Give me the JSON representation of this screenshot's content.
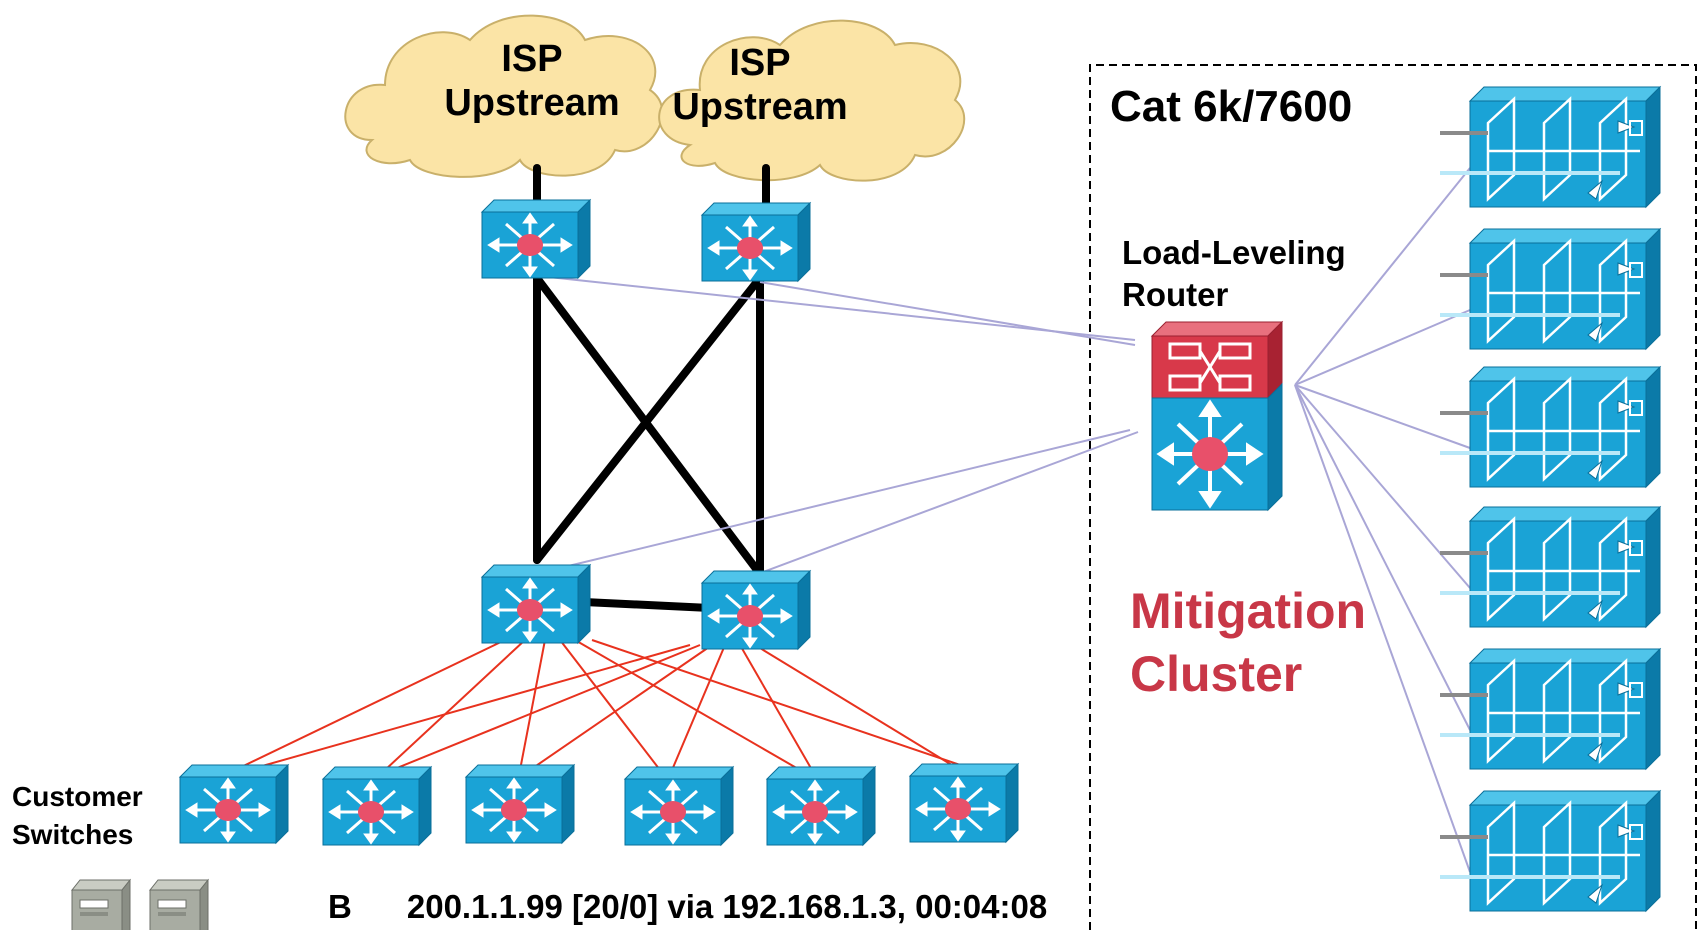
{
  "isp_clouds": [
    {
      "line1": "ISP",
      "line2": "Upstream"
    },
    {
      "line1": "ISP",
      "line2": "Upstream"
    }
  ],
  "cluster": {
    "title": "Cat 6k/7600",
    "router_label_line1": "Load-Leveling",
    "router_label_line2": "Router",
    "mitigation_line1": "Mitigation",
    "mitigation_line2": "Cluster"
  },
  "customer_label_line1": "Customer",
  "customer_label_line2": "Switches",
  "route_entry": {
    "code": "B",
    "text": "200.1.1.99 [20/0] via 192.168.1.3, 00:04:08"
  },
  "colors": {
    "switch_front": "#1aa3d6",
    "switch_top": "#4fc4ea",
    "switch_side": "#0b7aa8",
    "switch_center": "#e8506a",
    "router_red": "#d8394a",
    "cloud_fill": "#fbe4a6",
    "mitigation_text": "#c83747",
    "trunk_line": "#000000",
    "access_line": "#e8321e",
    "mgmt_line": "#a9a6d6"
  },
  "icons": {
    "switch": "layer3-switch-icon",
    "router": "router-icon",
    "appliance": "guard-appliance-icon",
    "server": "server-icon",
    "cloud": "cloud-icon"
  }
}
